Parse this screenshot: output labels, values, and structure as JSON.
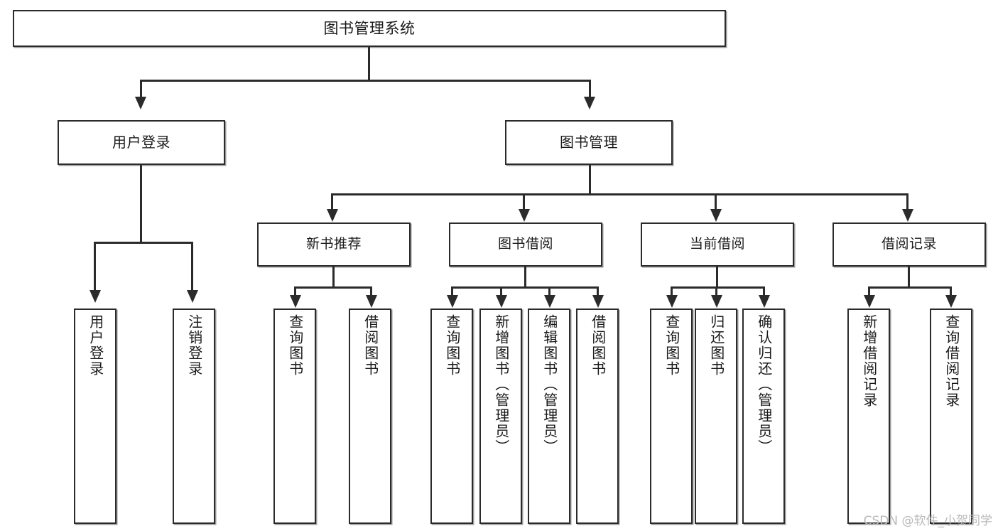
{
  "diagram": {
    "type": "tree",
    "title": "图书管理系统",
    "root": {
      "label": "图书管理系统"
    },
    "level1": [
      {
        "label": "用户登录"
      },
      {
        "label": "图书管理"
      }
    ],
    "level2": [
      {
        "label": "新书推荐"
      },
      {
        "label": "图书借阅"
      },
      {
        "label": "当前借阅"
      },
      {
        "label": "借阅记录"
      }
    ],
    "leaves": {
      "user_login": [
        {
          "label": "用户登录"
        },
        {
          "label": "注销登录"
        }
      ],
      "new_book": [
        {
          "label": "查询图书"
        },
        {
          "label": "借阅图书"
        }
      ],
      "book_borrow": [
        {
          "label": "查询图书"
        },
        {
          "label": "新增图书（管理员）"
        },
        {
          "label": "编辑图书（管理员）"
        },
        {
          "label": "借阅图书"
        }
      ],
      "current_borrow": [
        {
          "label": "查询图书"
        },
        {
          "label": "归还图书"
        },
        {
          "label": "确认归还（管理员）"
        }
      ],
      "borrow_record": [
        {
          "label": "新增借阅记录"
        },
        {
          "label": "查询借阅记录"
        }
      ]
    }
  },
  "watermark": {
    "text": "CSDN @软件_小贺同学"
  },
  "colors": {
    "box_border": "#2b2b2b",
    "box_fill": "#ffffff",
    "connector": "#2b2b2b",
    "watermark": "#b9b9b9",
    "background": "#ffffff"
  }
}
